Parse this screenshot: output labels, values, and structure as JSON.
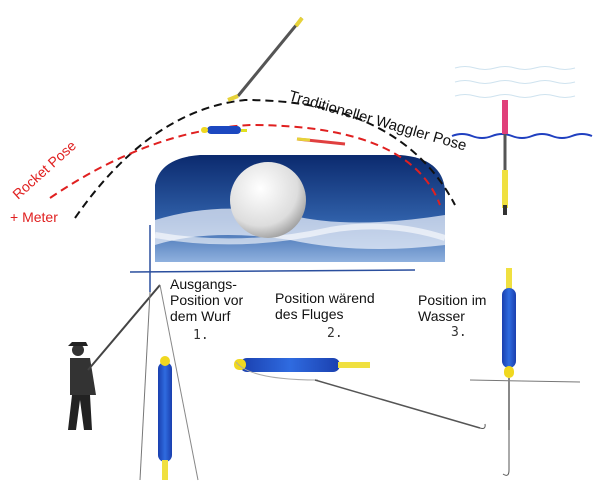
{
  "arcs": {
    "traditional_label": "Traditioneller Waggler Pose",
    "rocket_label": "Rocket Pose",
    "meter_label": "+ Meter",
    "traditional_color": "#111111",
    "rocket_color": "#e02020"
  },
  "steps": [
    {
      "label": "Ausgangs-\nPosition vor\ndem Wurf",
      "number": "1."
    },
    {
      "label": "Position wärend\ndes Fluges",
      "number": "2."
    },
    {
      "label": "Position im\nWasser",
      "number": "3."
    }
  ]
}
